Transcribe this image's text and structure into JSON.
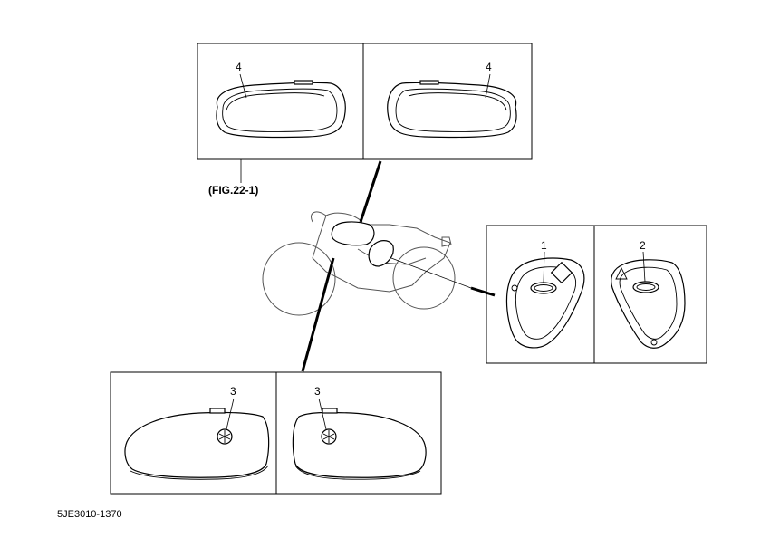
{
  "callouts": {
    "tank_side_left": "4",
    "tank_side_right": "4",
    "cover_left": "1",
    "cover_right": "2",
    "tank_emblem_left": "3",
    "tank_emblem_right": "3"
  },
  "figure_reference": "(FIG.22-1)",
  "drawing_code": "5JE3010-1370"
}
